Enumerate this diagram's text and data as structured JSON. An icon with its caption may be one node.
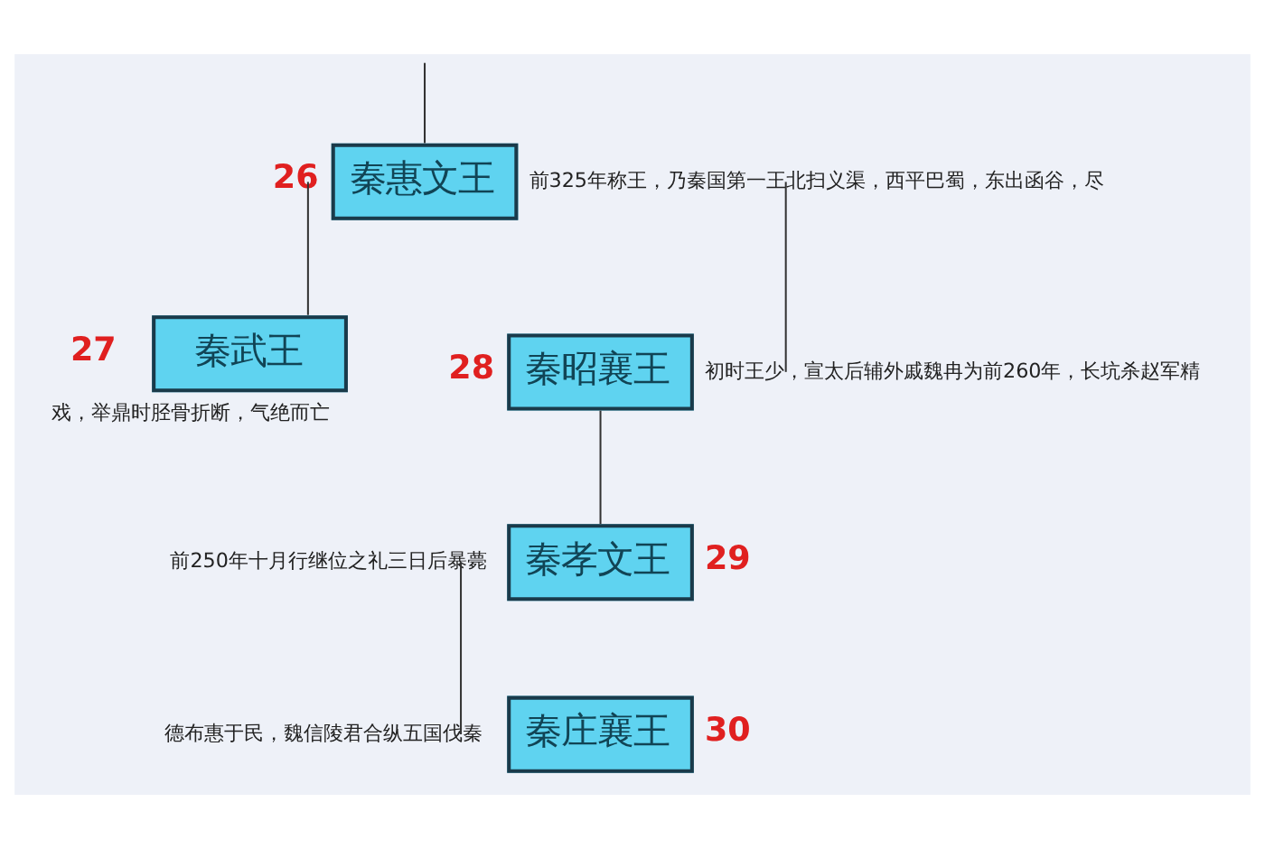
{
  "diagram": {
    "nodes": [
      {
        "text": [
          "秦惠文王"
        ],
        "beside": [
          "26",
          "前325年称王，乃秦国第一王北扫义渠，西平巴蜀，东出函谷，尽"
        ]
      },
      {
        "text": [
          "秦武王"
        ],
        "beside": [
          "27",
          "戏，举鼎时胫骨折断，气绝而亡"
        ]
      },
      {
        "text": [
          "秦昭襄王"
        ],
        "beside": [
          "28",
          "初时王少，宣太后辅外戚魏冉为前260年，长坑杀赵军精"
        ]
      },
      {
        "text": [
          "秦孝文王"
        ],
        "beside": [
          "29",
          "前250年十月行继位之礼三日后暴薨"
        ]
      },
      {
        "text": [
          "秦庄襄王"
        ],
        "beside": [
          "30",
          "德布惠于民，魏信陵君合纵五国伐秦"
        ]
      }
    ],
    "edges": [
      {
        "from": null,
        "to": 0,
        "arrow": "none"
      },
      {
        "from": 0,
        "to": 1,
        "arrow": "none"
      },
      {
        "from": 0,
        "to": 2,
        "arrow": "none"
      },
      {
        "from": 2,
        "to": 3,
        "arrow": "none"
      },
      {
        "from": 3,
        "to": 4,
        "arrow": "none"
      }
    ]
  }
}
